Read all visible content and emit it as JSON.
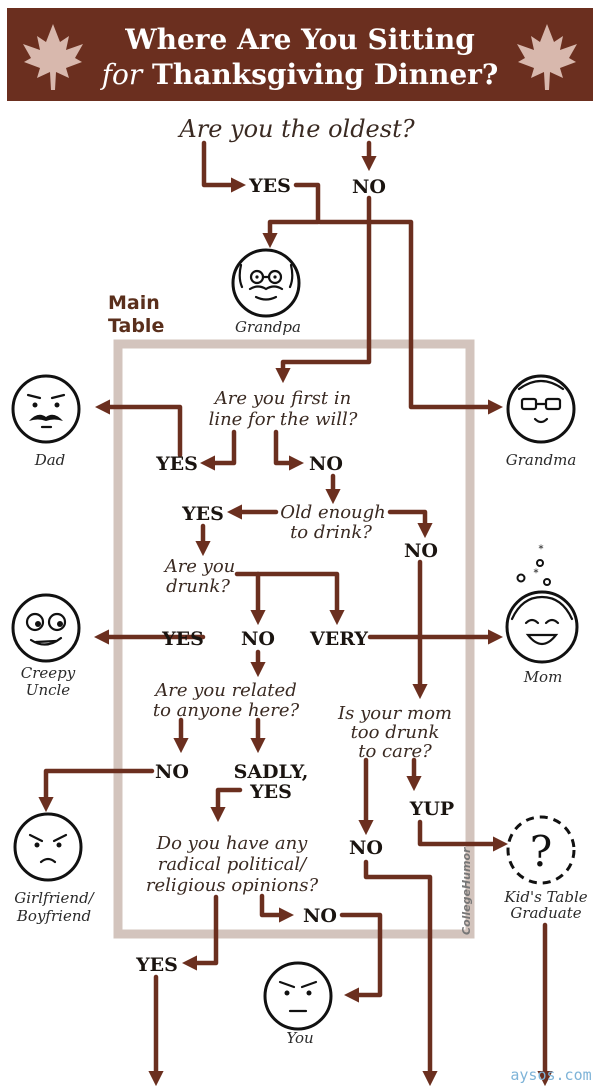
{
  "header": {
    "title_line1": "Where Are You Sitting",
    "title_for": "for",
    "title_rest": " Thanksgiving Dinner?"
  },
  "group": {
    "main_table_line1": "Main",
    "main_table_line2": "Table"
  },
  "questions": {
    "oldest": "Are you the oldest?",
    "will_1": "Are you first in",
    "will_2": "line for the will?",
    "drink_1": "Old enough",
    "drink_2": "to drink?",
    "drunk_1": "Are you",
    "drunk_2": "drunk?",
    "related_1": "Are you related",
    "related_2": "to anyone here?",
    "mom_1": "Is your mom",
    "mom_2": "too drunk",
    "mom_3": "to care?",
    "radical_1": "Do you have any",
    "radical_2": "radical political/",
    "radical_3": "religious opinions?"
  },
  "answers": {
    "oldest_yes": "YES",
    "oldest_no": "NO",
    "will_yes": "YES",
    "will_no": "NO",
    "drink_yes": "YES",
    "drink_no": "NO",
    "drunk_yes": "YES",
    "drunk_no": "NO",
    "drunk_very": "VERY",
    "related_no": "NO",
    "related_sadly": "SADLY,",
    "related_sadly_yes": "YES",
    "mom_yup": "YUP",
    "mom_no": "NO",
    "radical_no": "NO",
    "radical_yes": "YES"
  },
  "outcomes": {
    "grandpa": "Grandpa",
    "dad": "Dad",
    "grandma": "Grandma",
    "creepy_1": "Creepy",
    "creepy_2": "Uncle",
    "mom": "Mom",
    "gf_1": "Girlfriend/",
    "gf_2": "Boyfriend",
    "kids_1": "Kid's Table",
    "kids_2": "Graduate",
    "you": "You",
    "question_mark": "?"
  },
  "watermark": {
    "collegehumor": "CollegeHumor",
    "site": "aysos.com"
  },
  "colors": {
    "banner": "#6b2f1f",
    "arrow": "#6b2f1f",
    "main_table_border": "#d3c4bd",
    "main_table_label": "#5a2f1c",
    "watermark": "#7fb4d8"
  },
  "icons": [
    "maple-leaf-icon",
    "maple-leaf-icon"
  ]
}
